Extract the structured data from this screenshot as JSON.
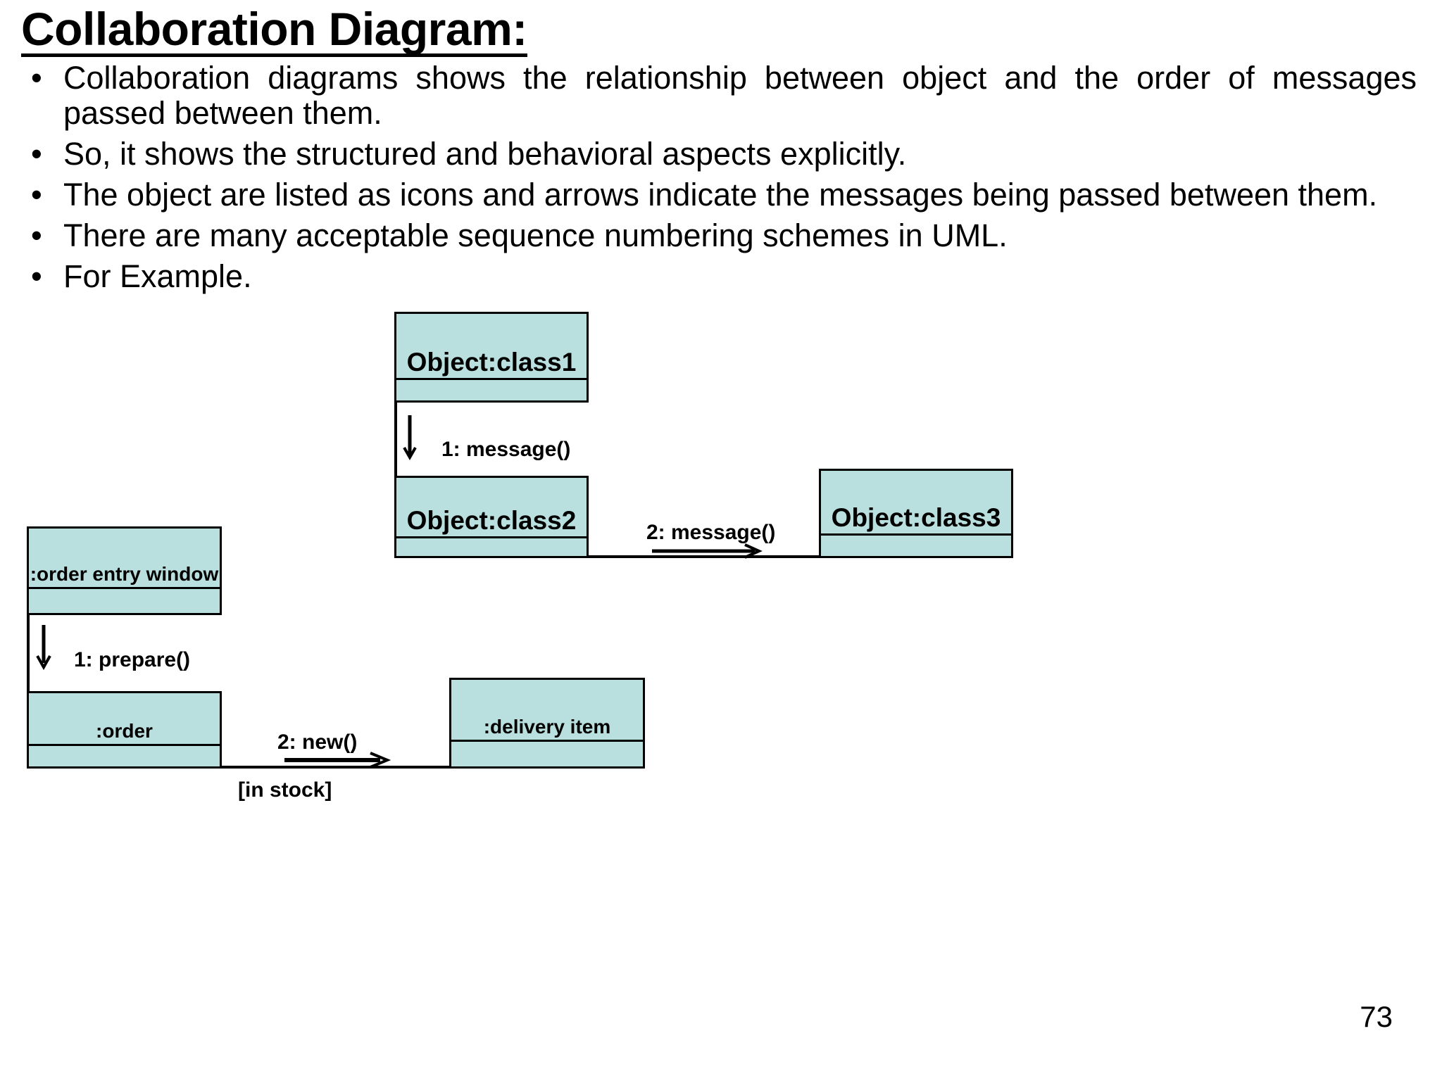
{
  "slide": {
    "title": "Collaboration Diagram:",
    "page_number": "73",
    "bullets": [
      "Collaboration diagrams shows the relationship between object and the order of messages passed between them.",
      "So, it shows the structured and behavioral aspects explicitly.",
      "The object are listed as icons and arrows indicate the messages being passed between them.",
      "There are many acceptable sequence numbering schemes in UML.",
      "For Example."
    ]
  },
  "colors": {
    "object_fill": "#b9dfdf",
    "outline": "#000000",
    "background": "#ffffff"
  },
  "diagram_generic": {
    "objects": [
      {
        "id": "class1",
        "label": "Object:class1"
      },
      {
        "id": "class2",
        "label": "Object:class2"
      },
      {
        "id": "class3",
        "label": "Object:class3"
      }
    ],
    "messages": [
      {
        "seq": "1",
        "label": "1: message()",
        "from": "class1",
        "to": "class2",
        "direction": "down"
      },
      {
        "seq": "2",
        "label": "2: message()",
        "from": "class2",
        "to": "class3",
        "direction": "right"
      }
    ]
  },
  "diagram_example": {
    "objects": [
      {
        "id": "order-entry-window",
        "label": ":order entry window"
      },
      {
        "id": "order",
        "label": ":order"
      },
      {
        "id": "delivery-item",
        "label": ":delivery item"
      }
    ],
    "messages": [
      {
        "seq": "1",
        "label": "1: prepare()",
        "from": "order-entry-window",
        "to": "order",
        "direction": "down"
      },
      {
        "seq": "2",
        "label": "2: new()",
        "from": "order",
        "to": "delivery-item",
        "direction": "right",
        "guard": "[in stock]"
      }
    ],
    "guard": "[in stock]"
  }
}
